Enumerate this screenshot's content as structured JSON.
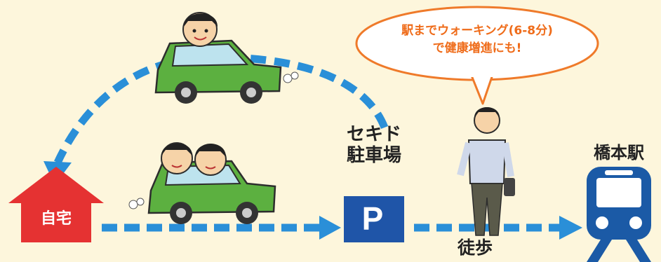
{
  "bubble": {
    "line1": "駅までウォーキング(6-8分)",
    "line2": "で健康増進にも!"
  },
  "home": {
    "label": "自宅"
  },
  "parking": {
    "name": "セキド\n駐車場",
    "symbol": "P"
  },
  "station": {
    "name": "橋本駅"
  },
  "walk": {
    "label": "徒歩"
  },
  "colors": {
    "background": "#fdf6dc",
    "arrow_blue": "#2a8fd8",
    "home_red": "#e53232",
    "parking_blue": "#1f55a8",
    "station_blue": "#1b5aa6",
    "bubble_orange": "#ef7a2a",
    "car_green": "#5cb040"
  },
  "icons": [
    "home-icon",
    "parking-sign-icon",
    "train-icon",
    "car-icon",
    "person-walking-icon",
    "speech-bubble-icon"
  ]
}
